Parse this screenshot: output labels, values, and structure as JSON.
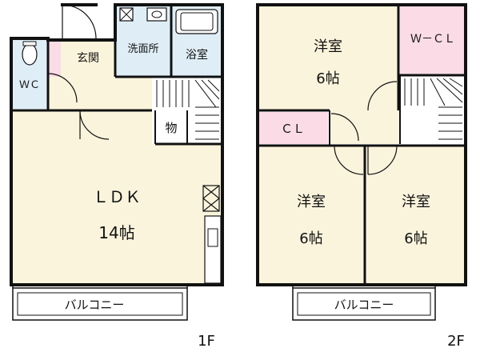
{
  "floor_1": {
    "label": "1F",
    "rooms": {
      "ldk_name": "ＬＤＫ",
      "ldk_size": "14帖",
      "entrance": "玄関",
      "washroom": "洗面所",
      "bath": "浴室",
      "toilet": "ＷＣ",
      "storage": "物",
      "balcony": "バルコニー"
    }
  },
  "floor_2": {
    "label": "2F",
    "rooms": {
      "west_room_top_name": "洋室",
      "west_room_top_size": "6帖",
      "wcl": "Ｗ－ＣＬ",
      "cl": "ＣＬ",
      "west_room_left_name": "洋室",
      "west_room_left_size": "6帖",
      "west_room_right_name": "洋室",
      "west_room_right_size": "6帖",
      "balcony": "バルコニー"
    }
  },
  "colors": {
    "room_fill": "#fbf4dc",
    "wet_fill": "#dfeef6",
    "closet_fill": "#fadbe6",
    "wall": "#111111"
  }
}
